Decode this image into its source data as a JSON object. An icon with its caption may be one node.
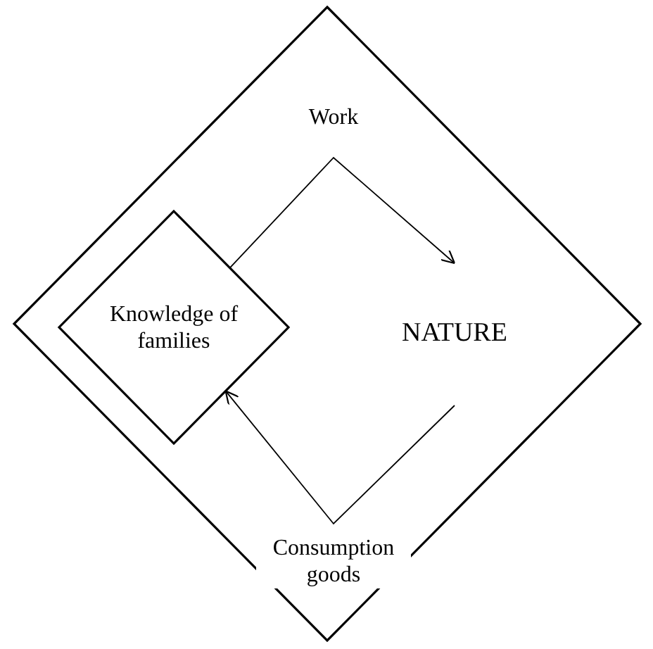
{
  "diagram": {
    "nodes": [
      {
        "text": [],
        "shape": "diamond"
      },
      {
        "text": [
          "Knowledge of families"
        ],
        "in": 0
      },
      {
        "text": [
          "NATURE"
        ],
        "in": 0
      }
    ],
    "edges": [
      {
        "from": 1,
        "to": 2,
        "arrow": "to",
        "label": "Work"
      },
      {
        "from": 2,
        "to": 1,
        "arrow": "to",
        "label": "Consumption goods"
      }
    ]
  }
}
